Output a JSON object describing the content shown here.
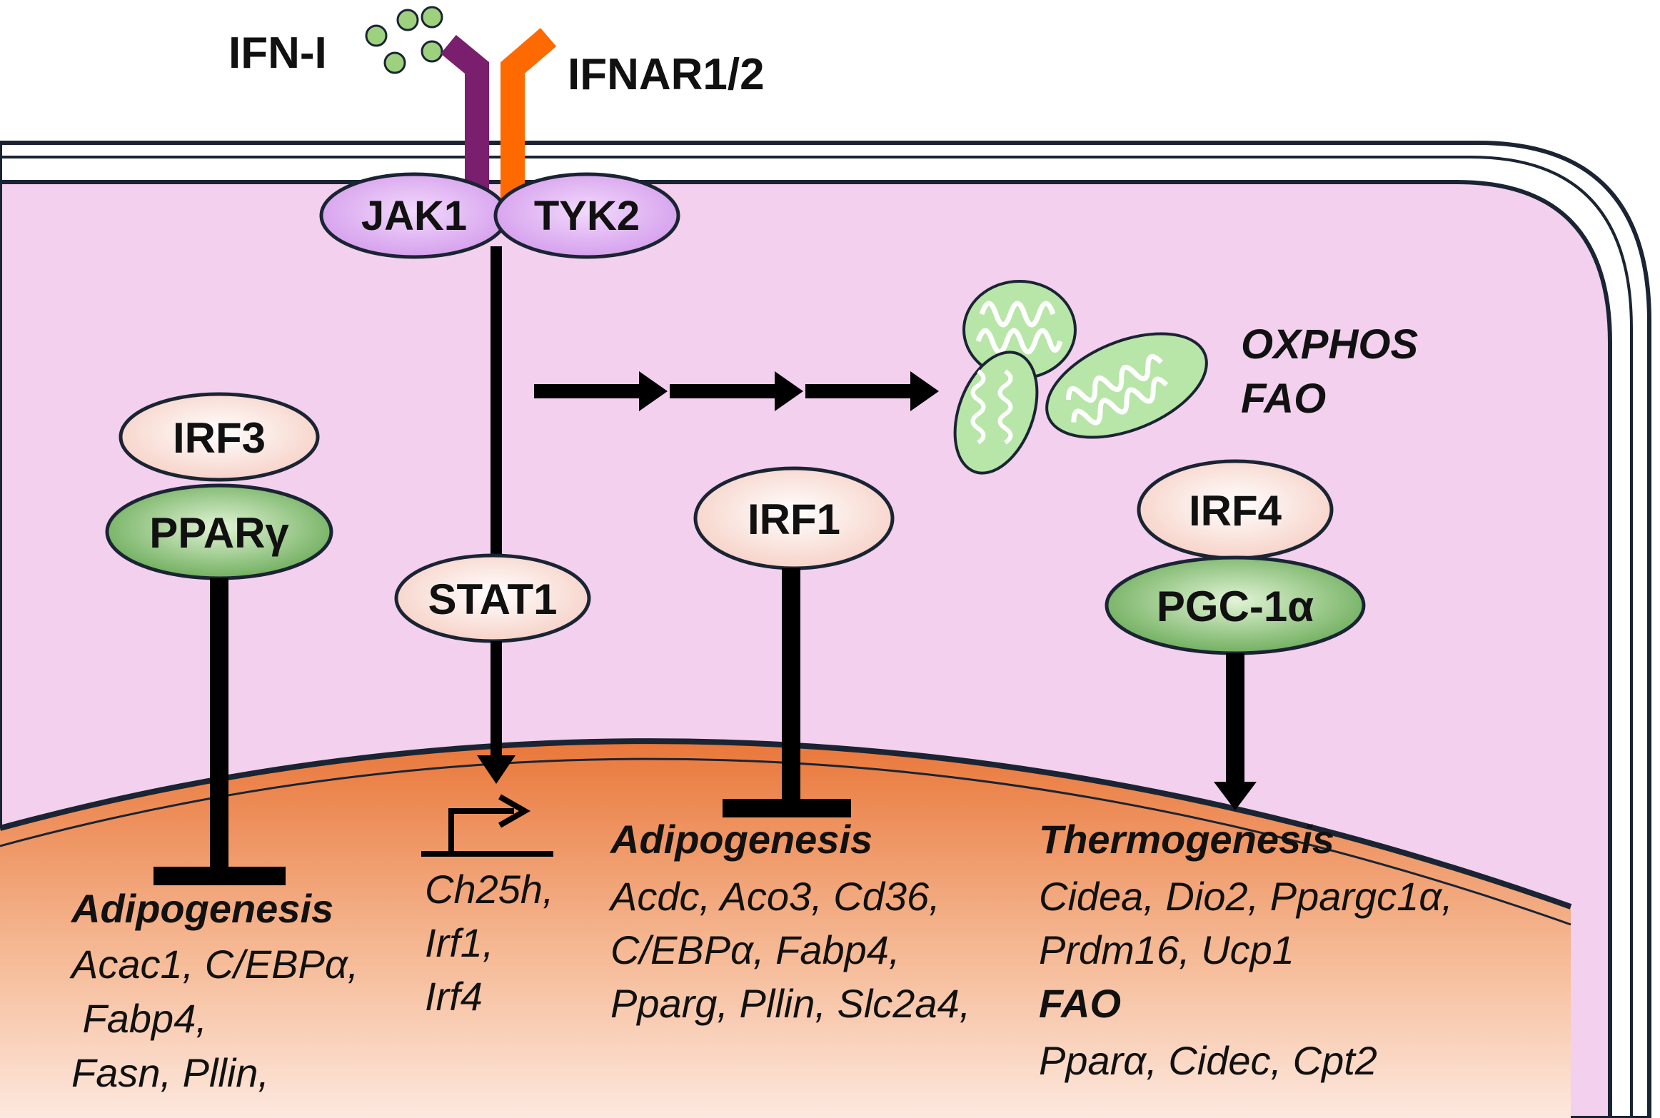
{
  "ligand": {
    "label": "IFN-I",
    "color": "#9ed17d"
  },
  "receptor": {
    "label": "IFNAR1/2",
    "chain1_color": "#7a1f6e",
    "chain2_color": "#ff6a00"
  },
  "kinases": [
    {
      "label": "JAK1",
      "color": "#dca6f0"
    },
    {
      "label": "TYK2",
      "color": "#dca6f0"
    }
  ],
  "mitochondria": {
    "labels": [
      "OXPHOS",
      "FAO"
    ],
    "color": "#b8e6a8"
  },
  "factors": {
    "irf3": {
      "label": "IRF3"
    },
    "ppar": {
      "label": "PPARγ"
    },
    "stat1": {
      "label": "STAT1"
    },
    "irf1": {
      "label": "IRF1"
    },
    "irf4": {
      "label": "IRF4"
    },
    "pgc": {
      "label": "PGC-1α"
    }
  },
  "nucleus_texts": {
    "left": {
      "title": "Adipogenesis",
      "lines": [
        "Acac1, C/EBPα,",
        " Fabp4,",
        "Fasn, Pllin,"
      ]
    },
    "stat1_targets": {
      "lines": [
        "Ch25h,",
        "Irf1,",
        "Irf4"
      ]
    },
    "middle": {
      "title": "Adipogenesis",
      "lines": [
        "Acdc, Aco3, Cd36,",
        "C/EBPα, Fabp4,",
        "Pparg, Pllin, Slc2a4,"
      ]
    },
    "right": {
      "title": "Thermogenesis",
      "lines": [
        "Cidea, Dio2, Ppargc1α,",
        "Prdm16, Ucp1"
      ],
      "subtitle": "FAO",
      "sublines": [
        "Pparα, Cidec, Cpt2"
      ]
    }
  },
  "colors": {
    "cytoplasm": "#f2d0ee",
    "nucleus_top": "#e9773a",
    "nucleus_bottom": "#fde8de",
    "tf_pink": "#fbe1da",
    "tf_green_light": "#c7e8b5",
    "tf_green_dark": "#5da34a"
  }
}
